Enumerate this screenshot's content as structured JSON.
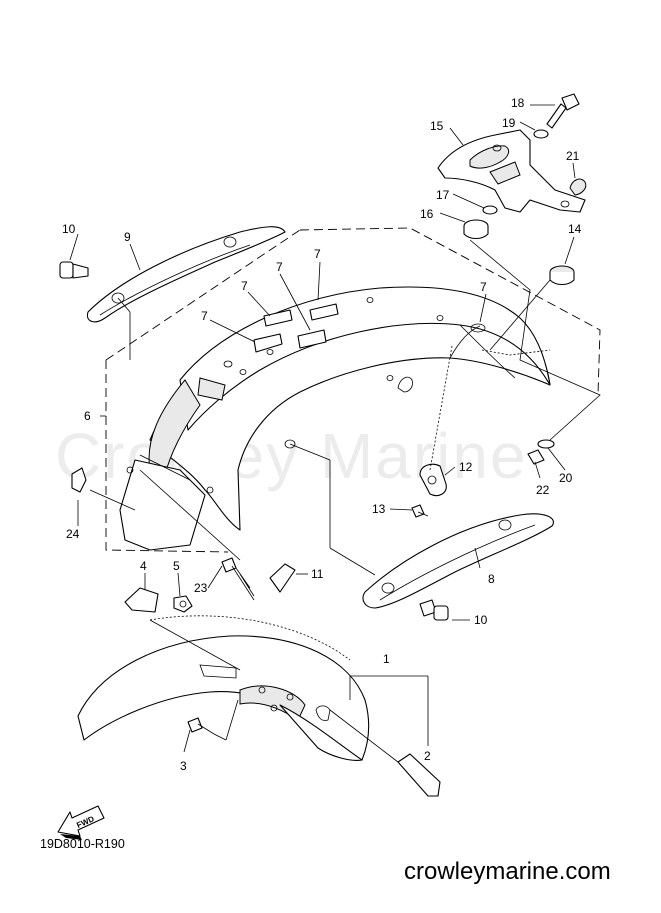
{
  "watermark": "Crowley Marine",
  "diagram_code": "19D8010-R190",
  "website": "crowleymarine.com",
  "fwd_label": "FWD",
  "callouts": {
    "c1": "1",
    "c2": "2",
    "c3": "3",
    "c4": "4",
    "c5": "5",
    "c6": "6",
    "c7a": "7",
    "c7b": "7",
    "c7c": "7",
    "c7d": "7",
    "c7e": "7",
    "c8": "8",
    "c9": "9",
    "c10a": "10",
    "c10b": "10",
    "c11": "11",
    "c12": "12",
    "c13": "13",
    "c14": "14",
    "c15": "15",
    "c16": "16",
    "c17": "17",
    "c18": "18",
    "c19": "19",
    "c20": "20",
    "c21": "21",
    "c22": "22",
    "c23": "23",
    "c24": "24"
  }
}
